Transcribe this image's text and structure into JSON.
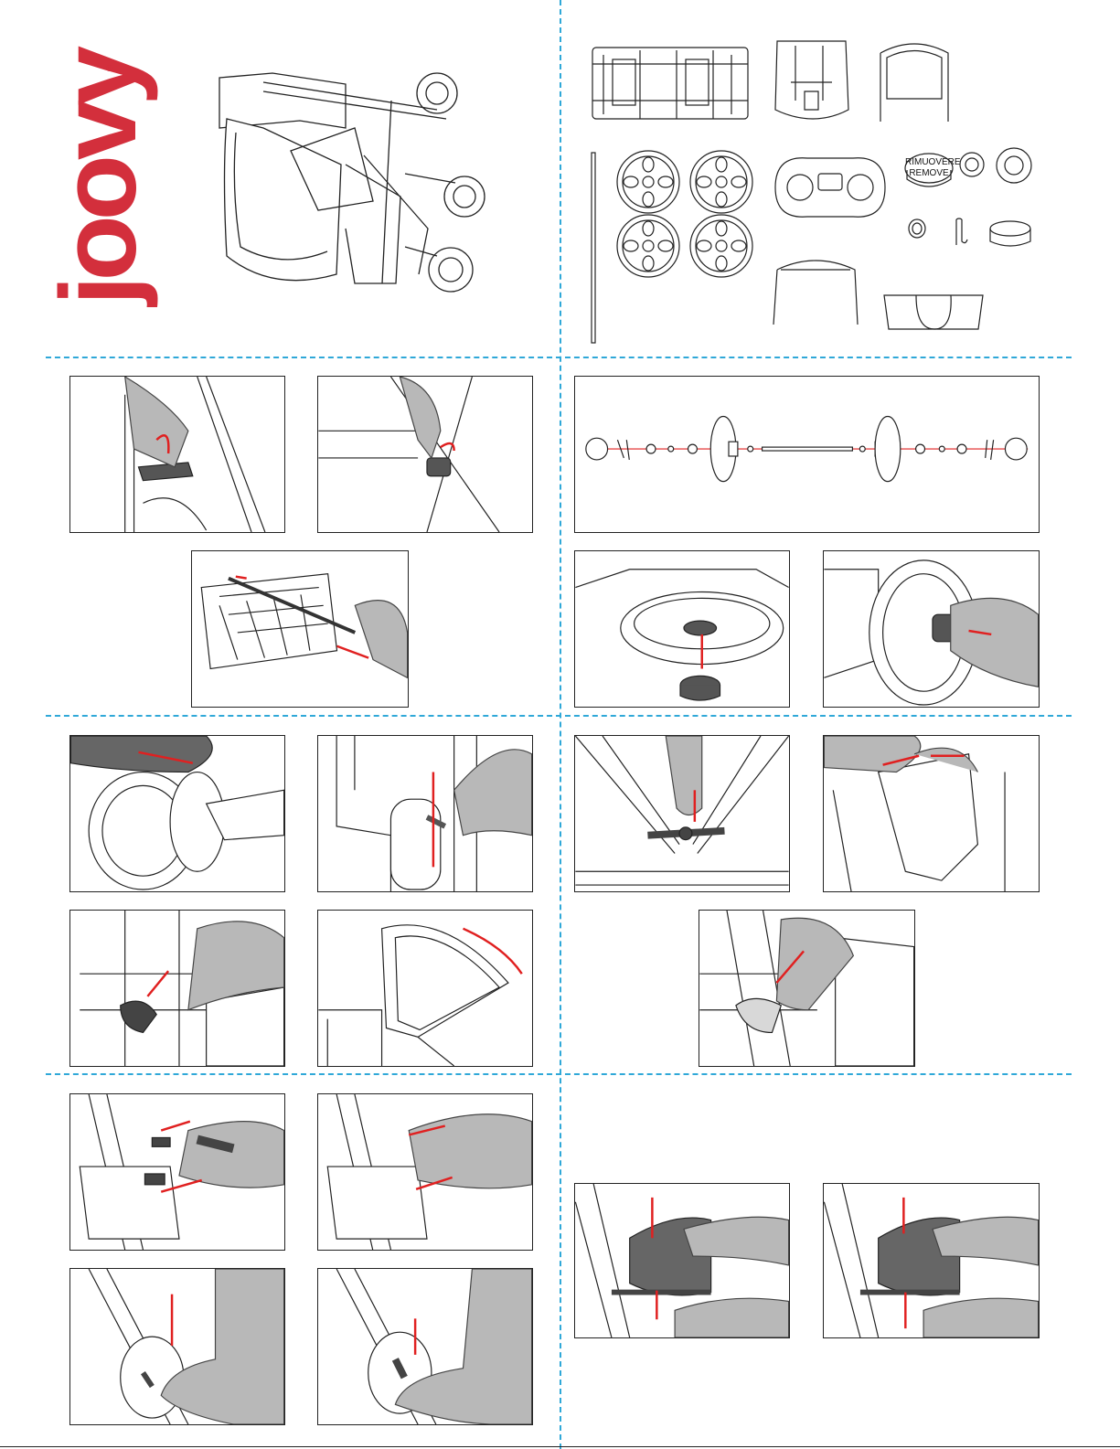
{
  "brand": {
    "logo_text": "joovy",
    "logo_color": "#d32f3c",
    "trademark": "®"
  },
  "parts": {
    "cap_text_line1": "RIMUOVERE",
    "cap_text_line2": "REMOVE"
  },
  "colors": {
    "divider": "#2fa8d8",
    "arrow": "#e02020",
    "hand": "#b8b8b8",
    "line": "#222222"
  },
  "icons": [
    "stroller-folded-illustration",
    "wheel-icon",
    "axle-icon",
    "arrow-icon",
    "hand-icon"
  ]
}
